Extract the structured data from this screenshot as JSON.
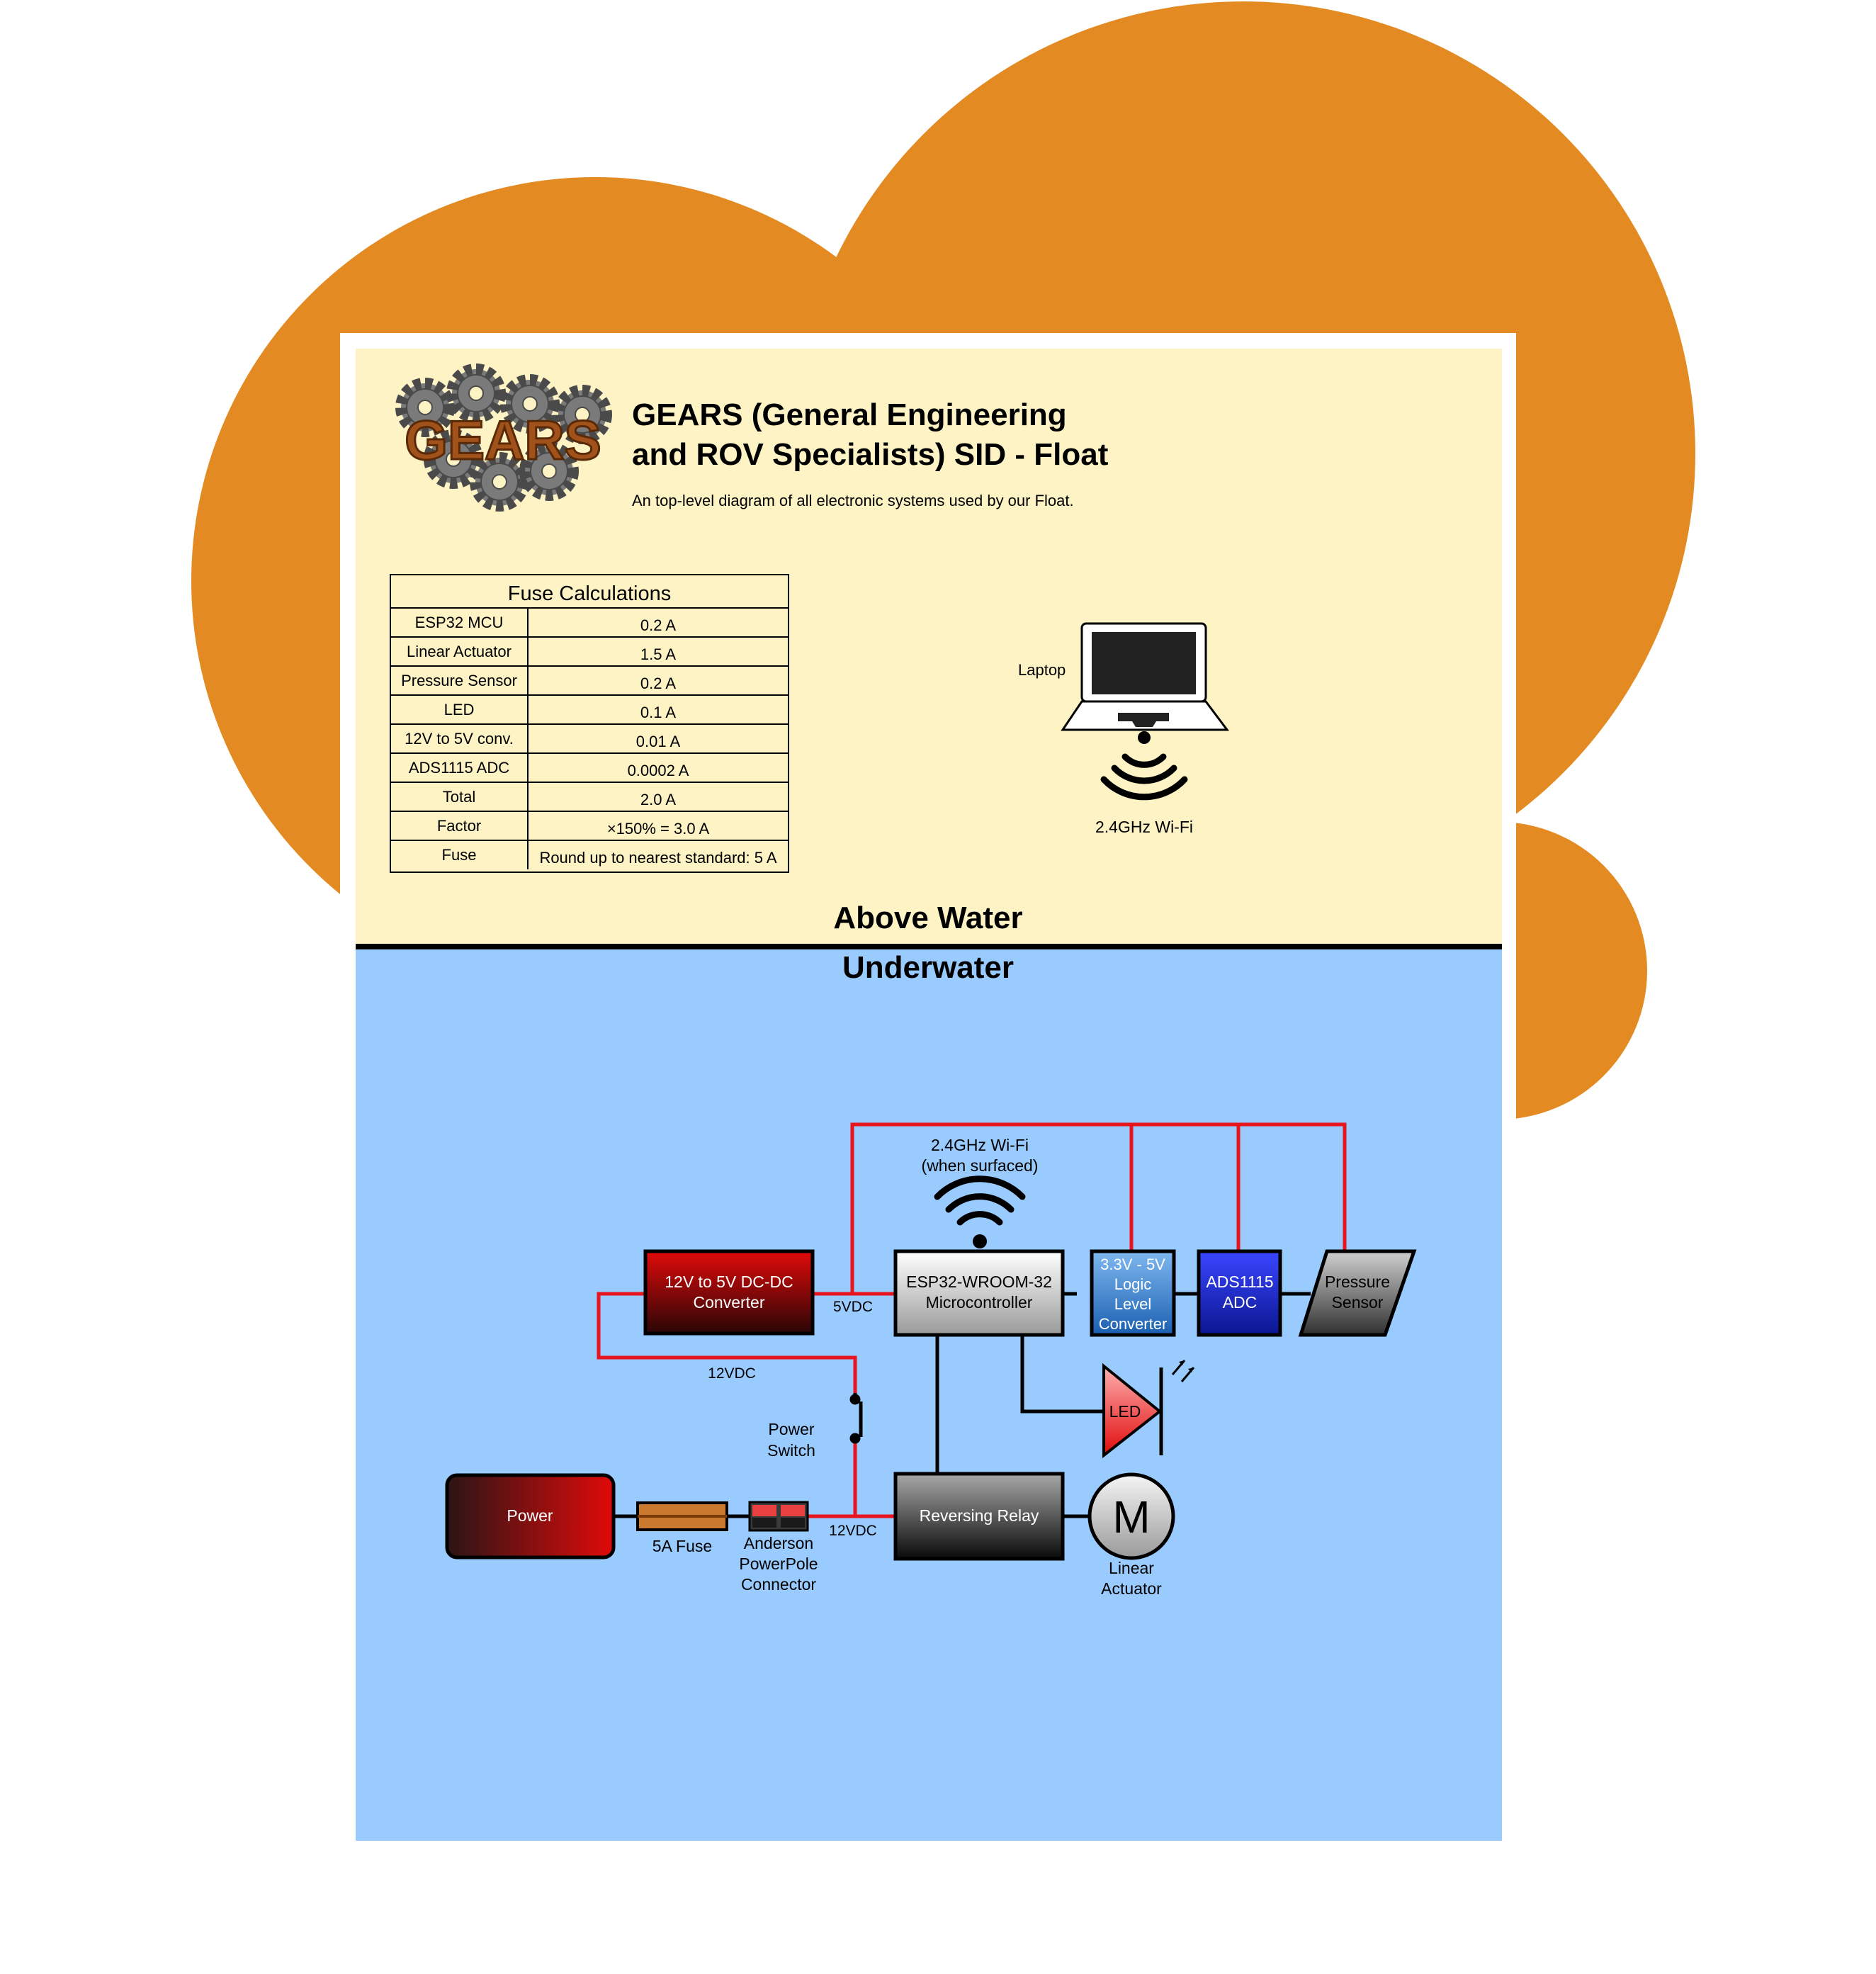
{
  "header": {
    "title_line1": "GEARS (General Engineering",
    "title_line2": "and ROV Specialists) SID - Float",
    "subtitle": "An top-level diagram of all electronic systems used by our Float.",
    "logo_text": "GEARS"
  },
  "fuse_table": {
    "title": "Fuse Calculations",
    "rows": [
      {
        "label": "ESP32 MCU",
        "value": "0.2 A"
      },
      {
        "label": "Linear Actuator",
        "value": "1.5 A"
      },
      {
        "label": "Pressure Sensor",
        "value": "0.2 A"
      },
      {
        "label": "LED",
        "value": "0.1 A"
      },
      {
        "label": "12V to 5V conv.",
        "value": "0.01 A"
      },
      {
        "label": "ADS1115 ADC",
        "value": "0.0002 A"
      },
      {
        "label": "Total",
        "value": "2.0 A"
      },
      {
        "label": "Factor",
        "value": "×150% = 3.0 A"
      },
      {
        "label": "Fuse",
        "value": "Round up to nearest standard: 5 A"
      }
    ]
  },
  "above": {
    "laptop_label": "Laptop",
    "wifi_label": "2.4GHz Wi-Fi",
    "section_label": "Above Water"
  },
  "below": {
    "section_label": "Underwater",
    "wifi_line1": "2.4GHz Wi-Fi",
    "wifi_line2": "(when surfaced)",
    "converter_line1": "12V to 5V DC-DC",
    "converter_line2": "Converter",
    "mcu_line1": "ESP32-WROOM-32",
    "mcu_line2": "Microcontroller",
    "llc_line1": "3.3V - 5V",
    "llc_line2": "Logic",
    "llc_line3": "Level",
    "llc_line4": "Converter",
    "adc_line1": "ADS1115",
    "adc_line2": "ADC",
    "sensor_line1": "Pressure",
    "sensor_line2": "Sensor",
    "led_label": "LED",
    "relay_label": "Reversing Relay",
    "motor_symbol": "M",
    "actuator_line1": "Linear",
    "actuator_line2": "Actuator",
    "power_label": "Power",
    "fuse_label": "5A Fuse",
    "anderson_line1": "Anderson",
    "anderson_line2": "PowerPole",
    "anderson_line3": "Connector",
    "switch_line1": "Power",
    "switch_line2": "Switch",
    "v5_label": "5VDC",
    "v12_label_a": "12VDC",
    "v12_label_b": "12VDC"
  },
  "colors": {
    "orange_blob": "#E38A22",
    "above_bg": "#FDF3C4",
    "below_bg": "#99CBFF",
    "wire_red": "#E8141E",
    "wire_black": "#000000"
  }
}
